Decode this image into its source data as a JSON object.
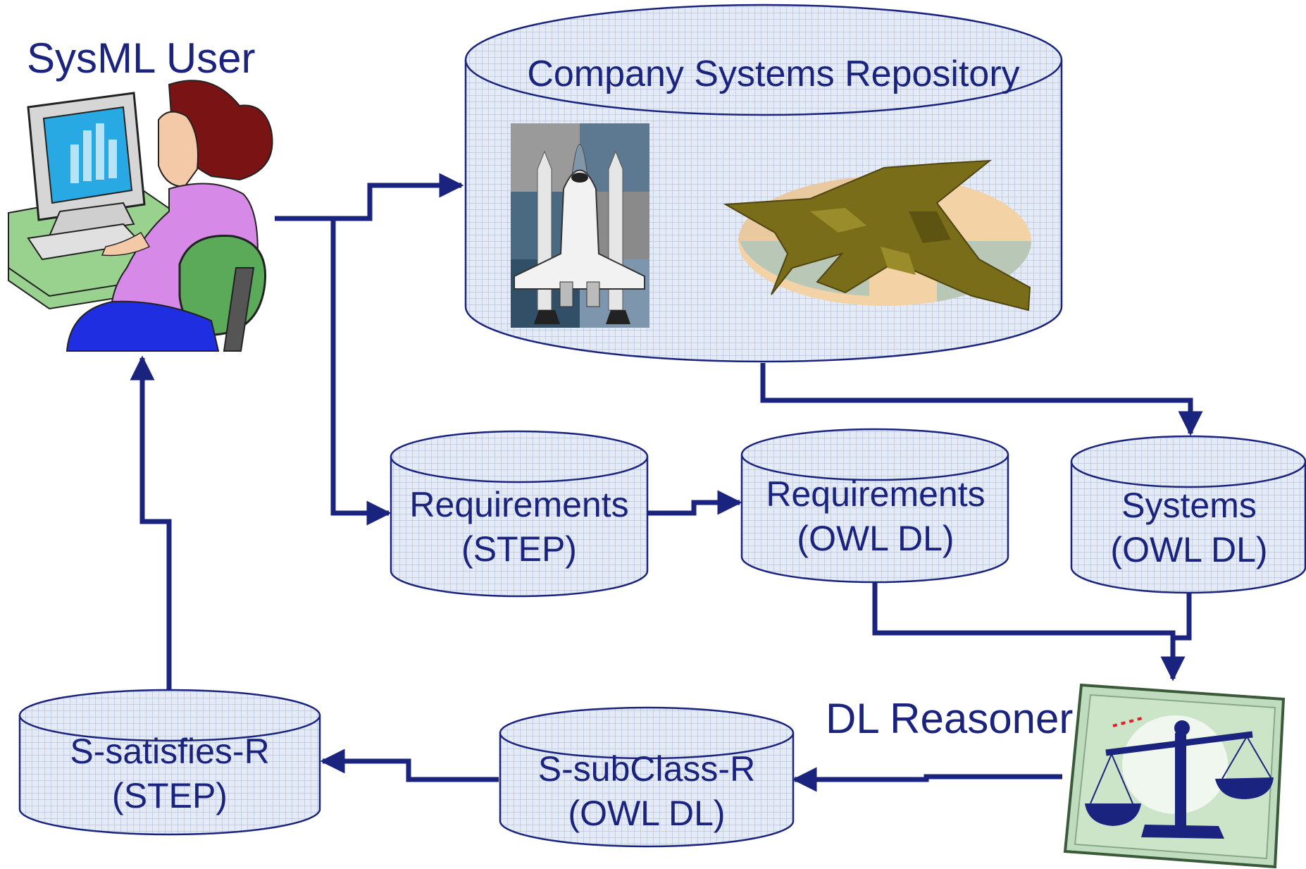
{
  "colors": {
    "text": "#1a237e",
    "cylinder_fill": "#dfe6f4",
    "cylinder_stroke": "#1a237e",
    "connector": "#1a237e"
  },
  "labels": {
    "user": "SysML User",
    "repository": "Company Systems Repository",
    "reasoner": "DL Reasoner"
  },
  "stores": {
    "req_step": {
      "line1": "Requirements",
      "line2": "(STEP)"
    },
    "req_owl": {
      "line1": "Requirements",
      "line2": "(OWL DL)"
    },
    "sys_owl": {
      "line1": "Systems",
      "line2": "(OWL DL)"
    },
    "subclass_owl": {
      "line1": "S-subClass-R",
      "line2": "(OWL DL)"
    },
    "satisfies_step": {
      "line1": "S-satisfies-R",
      "line2": "(STEP)"
    }
  },
  "icons": {
    "user": "computer-user-icon",
    "rocket": "space-shuttle-icon",
    "jet": "fighter-jet-icon",
    "scale": "balance-scale-icon"
  }
}
